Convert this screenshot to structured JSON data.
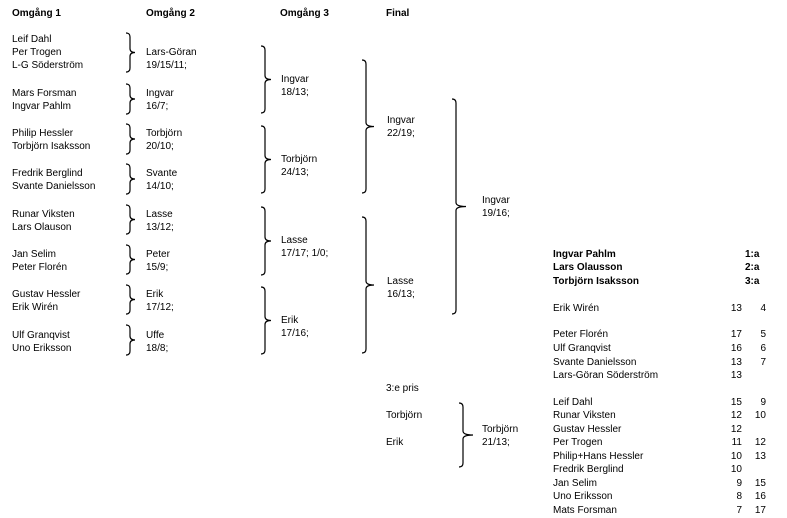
{
  "headers": [
    "Omgång 1",
    "Omgång 2",
    "Omgång 3",
    "Final"
  ],
  "round1": [
    [
      "Leif Dahl",
      "Per Trogen",
      "L-G Söderström"
    ],
    [
      "Mars Forsman",
      "Ingvar Pahlm"
    ],
    [
      "Philip Hessler",
      "Torbjörn Isaksson"
    ],
    [
      "Fredrik Berglind",
      "Svante Danielsson"
    ],
    [
      "Runar Viksten",
      "Lars Olauson"
    ],
    [
      "Jan Selim",
      "Peter Florén"
    ],
    [
      "Gustav Hessler",
      "Erik Wirén"
    ],
    [
      "Ulf Granqvist",
      "Uno Eriksson"
    ]
  ],
  "round2": [
    [
      "Lars-Göran",
      "19/15/11;"
    ],
    [
      "Ingvar",
      "16/7;"
    ],
    [
      "Torbjörn",
      "20/10;"
    ],
    [
      "Svante",
      "14/10;"
    ],
    [
      "Lasse",
      "13/12;"
    ],
    [
      "Peter",
      "15/9;"
    ],
    [
      "Erik",
      "17/12;"
    ],
    [
      "Uffe",
      "18/8;"
    ]
  ],
  "round3": [
    [
      "Ingvar",
      "18/13;"
    ],
    [
      "Torbjörn",
      "24/13;"
    ],
    [
      "Lasse",
      "17/17; 1/0;"
    ],
    [
      "Erik",
      "17/16;"
    ]
  ],
  "semis": [
    [
      "Ingvar",
      "22/19;"
    ],
    [
      "Lasse",
      "16/13;"
    ]
  ],
  "final": [
    "Ingvar",
    "19/16;"
  ],
  "third": {
    "label": "3:e pris",
    "players": [
      "Torbjörn",
      "Erik"
    ],
    "winner": [
      "Torbjörn",
      "21/13;"
    ]
  },
  "podium": [
    {
      "name": "Ingvar Pahlm",
      "place": "1:a"
    },
    {
      "name": "Lars Olausson",
      "place": "2:a"
    },
    {
      "name": "Torbjörn Isaksson",
      "place": "3:a"
    }
  ],
  "standings": [
    {
      "name": "Erik Wirén",
      "score": "13",
      "rank": "4"
    },
    {
      "name": "Peter Florén",
      "score": "17",
      "rank": "5"
    },
    {
      "name": "Ulf Granqvist",
      "score": "16",
      "rank": "6"
    },
    {
      "name": "Svante Danielsson",
      "score": "13",
      "rank": "7"
    },
    {
      "name": "Lars-Göran Söderström",
      "score": "13",
      "rank": ""
    },
    {
      "name": "Leif Dahl",
      "score": "15",
      "rank": "9"
    },
    {
      "name": "Runar Viksten",
      "score": "12",
      "rank": "10"
    },
    {
      "name": "Gustav Hessler",
      "score": "12",
      "rank": ""
    },
    {
      "name": "Per Trogen",
      "score": "11",
      "rank": "12"
    },
    {
      "name": "Philip+Hans Hessler",
      "score": "10",
      "rank": "13"
    },
    {
      "name": "Fredrik Berglind",
      "score": "10",
      "rank": ""
    },
    {
      "name": "Jan Selim",
      "score": "9",
      "rank": "15"
    },
    {
      "name": "Uno Eriksson",
      "score": "8",
      "rank": "16"
    },
    {
      "name": "Mats Forsman",
      "score": "7",
      "rank": "17"
    }
  ]
}
